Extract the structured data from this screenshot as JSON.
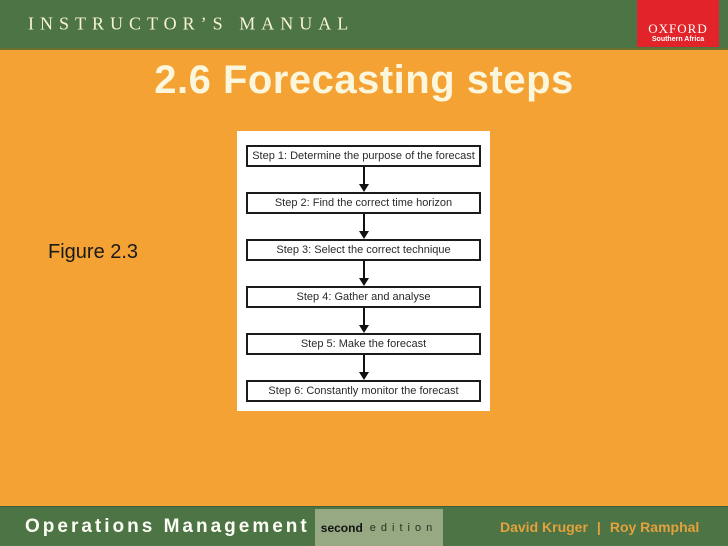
{
  "header": {
    "label": "INSTRUCTOR’S MANUAL",
    "logo": {
      "title": "OXFORD",
      "subtitle": "Southern Africa"
    }
  },
  "slide": {
    "title": "2.6 Forecasting steps",
    "figure_label": "Figure 2.3"
  },
  "flowchart": {
    "steps": [
      "Step 1: Determine the purpose of the forecast",
      "Step 2: Find the correct time horizon",
      "Step 3: Select the correct technique",
      "Step 4: Gather and analyse",
      "Step 5: Make the forecast",
      "Step 6: Constantly monitor the forecast"
    ]
  },
  "footer": {
    "book_title": "Operations Management",
    "edition": {
      "word": "second",
      "label": "edition"
    },
    "authors": {
      "first": "David Kruger",
      "separator": "|",
      "second": "Roy Ramphal"
    }
  },
  "colors": {
    "bar_green": "#4C7445",
    "body_orange": "#F3A233",
    "cream_text": "#FBF6DC",
    "logo_red": "#E2242A",
    "edition_box_green": "#97A982",
    "authors_gold": "#E4A13C"
  }
}
